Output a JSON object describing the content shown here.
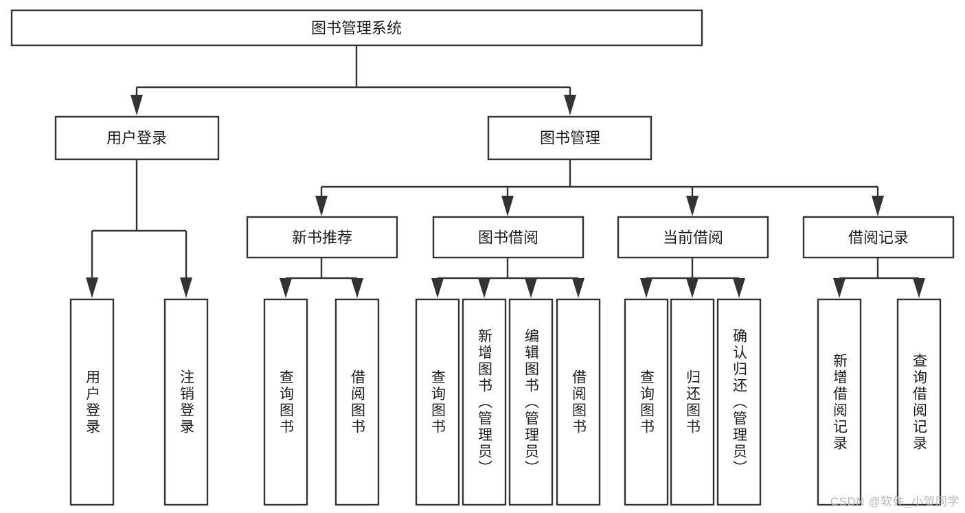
{
  "diagram": {
    "type": "tree-hierarchy",
    "title": "图书管理系统",
    "root": {
      "id": "root",
      "label": "图书管理系统",
      "orientation": "horizontal"
    },
    "level2": [
      {
        "id": "user-login",
        "label": "用户登录",
        "orientation": "horizontal"
      },
      {
        "id": "book-manage",
        "label": "图书管理",
        "orientation": "horizontal"
      }
    ],
    "level3": [
      {
        "id": "new-book-recommend",
        "label": "新书推荐",
        "orientation": "horizontal",
        "parent": "book-manage"
      },
      {
        "id": "book-borrow",
        "label": "图书借阅",
        "orientation": "horizontal",
        "parent": "book-manage"
      },
      {
        "id": "current-borrow",
        "label": "当前借阅",
        "orientation": "horizontal",
        "parent": "book-manage"
      },
      {
        "id": "borrow-record",
        "label": "借阅记录",
        "orientation": "horizontal",
        "parent": "book-manage"
      }
    ],
    "leaves": [
      {
        "id": "leaf-user-login",
        "label": "用户登录",
        "orientation": "vertical",
        "parent": "user-login"
      },
      {
        "id": "leaf-logout-login",
        "label": "注销登录",
        "orientation": "vertical",
        "parent": "user-login"
      },
      {
        "id": "leaf-query-book-1",
        "label": "查询图书",
        "orientation": "vertical",
        "parent": "new-book-recommend"
      },
      {
        "id": "leaf-borrow-book-1",
        "label": "借阅图书",
        "orientation": "vertical",
        "parent": "new-book-recommend"
      },
      {
        "id": "leaf-query-book-2",
        "label": "查询图书",
        "orientation": "vertical",
        "parent": "book-borrow"
      },
      {
        "id": "leaf-add-book",
        "label": "新增图书（管理员）",
        "orientation": "vertical",
        "parent": "book-borrow"
      },
      {
        "id": "leaf-edit-book",
        "label": "编辑图书（管理员）",
        "orientation": "vertical",
        "parent": "book-borrow"
      },
      {
        "id": "leaf-borrow-book-2",
        "label": "借阅图书",
        "orientation": "vertical",
        "parent": "book-borrow"
      },
      {
        "id": "leaf-query-book-3",
        "label": "查询图书",
        "orientation": "vertical",
        "parent": "current-borrow"
      },
      {
        "id": "leaf-return-book",
        "label": "归还图书",
        "orientation": "vertical",
        "parent": "current-borrow"
      },
      {
        "id": "leaf-confirm-return",
        "label": "确认归还（管理员）",
        "orientation": "vertical",
        "parent": "current-borrow"
      },
      {
        "id": "leaf-add-record",
        "label": "新增借阅记录",
        "orientation": "vertical",
        "parent": "borrow-record"
      },
      {
        "id": "leaf-query-record",
        "label": "查询借阅记录",
        "orientation": "vertical",
        "parent": "borrow-record"
      }
    ],
    "colors": {
      "background": "#ffffff",
      "box_fill": "#ffffff",
      "box_stroke": "#333333",
      "text": "#1b1b1b",
      "line": "#333333",
      "watermark": "#b9b9b9"
    }
  },
  "watermark": {
    "text": "CSDN @软件_小贺同学"
  }
}
